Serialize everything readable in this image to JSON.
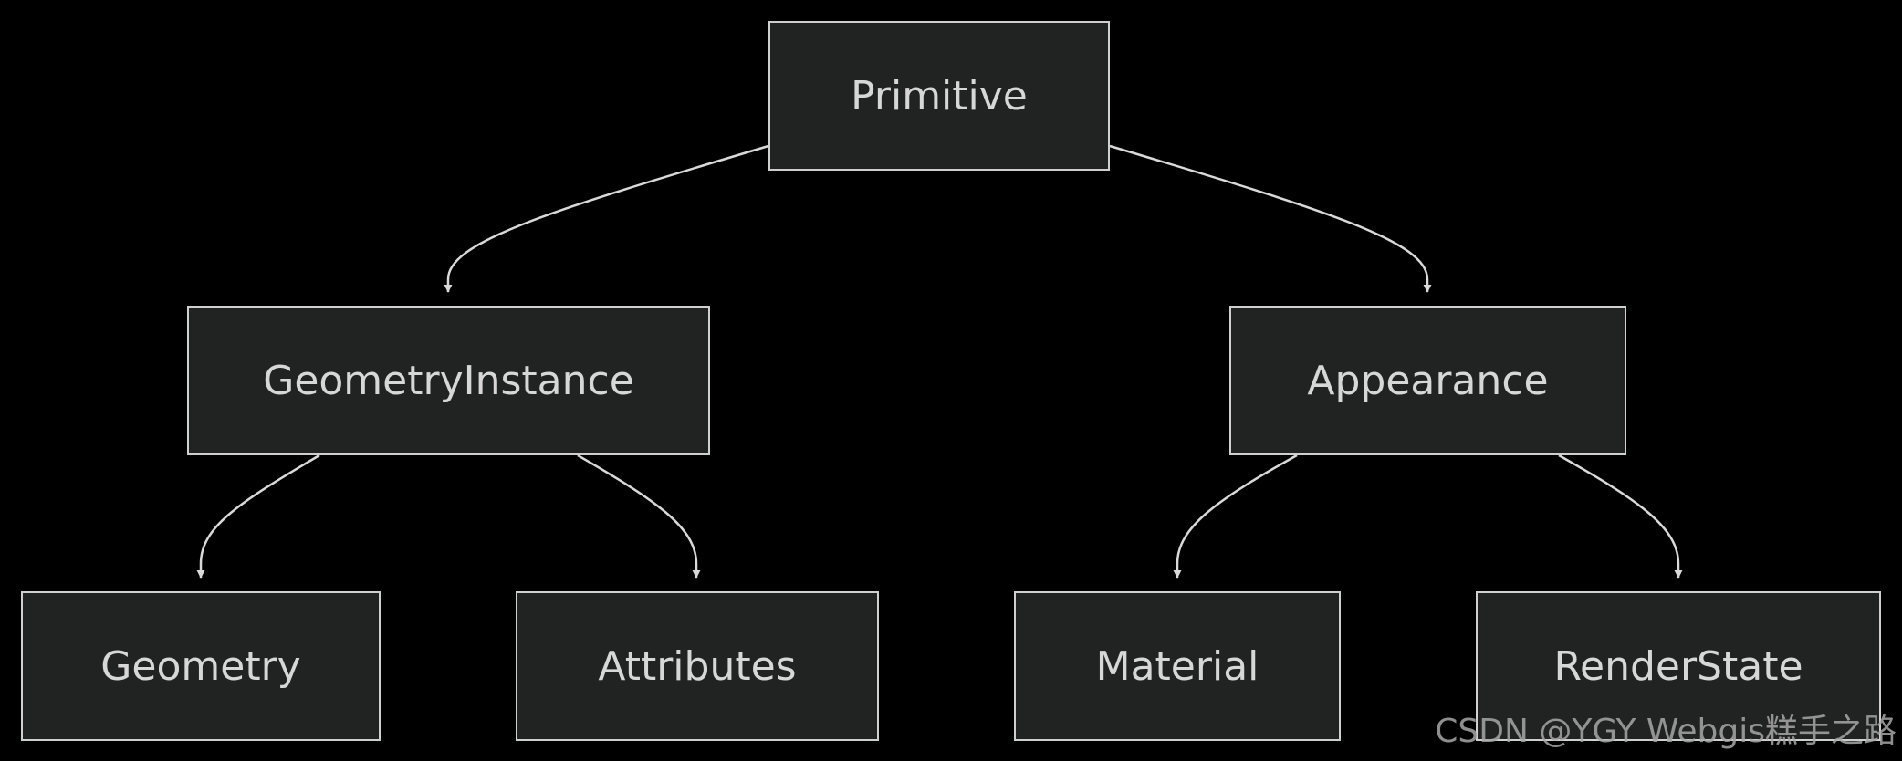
{
  "nodes": {
    "primitive": "Primitive",
    "geometry_instance": "GeometryInstance",
    "appearance": "Appearance",
    "geometry": "Geometry",
    "attributes": "Attributes",
    "material": "Material",
    "render_state": "RenderState"
  },
  "edges": [
    {
      "from": "primitive",
      "to": "geometry_instance"
    },
    {
      "from": "primitive",
      "to": "appearance"
    },
    {
      "from": "geometry_instance",
      "to": "geometry"
    },
    {
      "from": "geometry_instance",
      "to": "attributes"
    },
    {
      "from": "appearance",
      "to": "material"
    },
    {
      "from": "appearance",
      "to": "render_state"
    }
  ],
  "watermark": "CSDN @YGY Webgis糕手之路",
  "colors": {
    "background": "#000000",
    "node_fill": "#212322",
    "node_border": "#cfcfcf",
    "text": "#d7d7d7",
    "edge": "#d9d9d9"
  }
}
